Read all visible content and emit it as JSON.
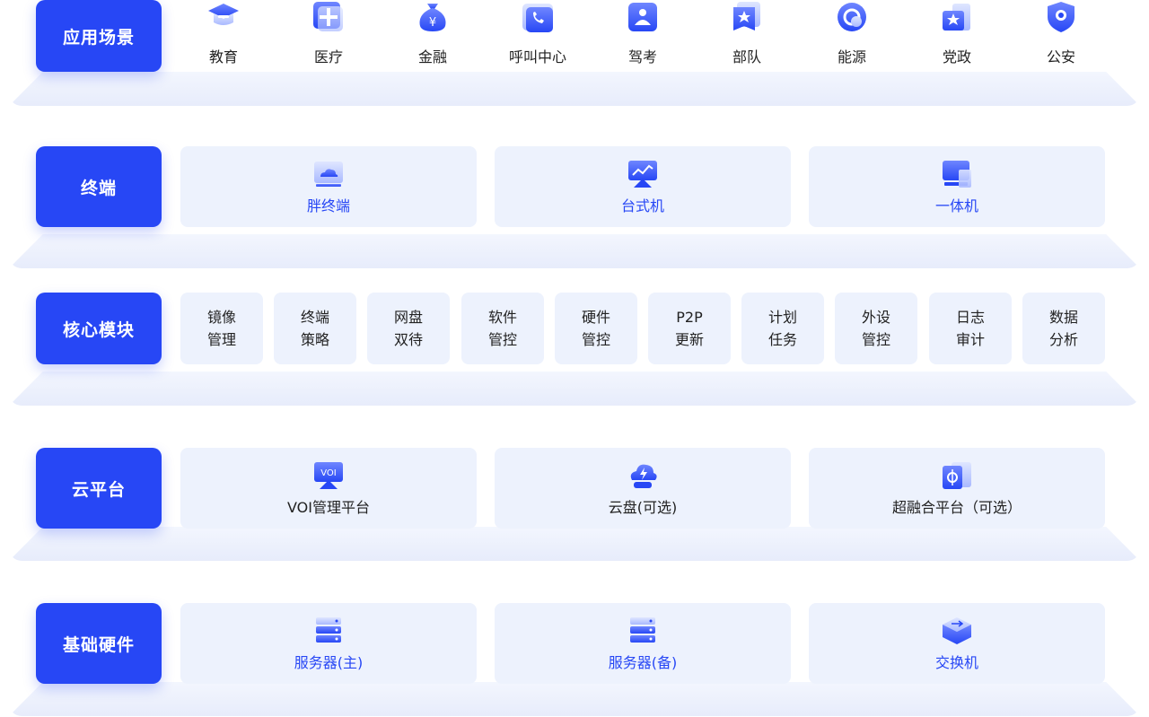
{
  "layers": {
    "scenarios": {
      "label": "应用场景",
      "items": [
        {
          "label": "教育",
          "icon": "graduation-cap-icon"
        },
        {
          "label": "医疗",
          "icon": "medical-cross-icon"
        },
        {
          "label": "金融",
          "icon": "money-bag-icon"
        },
        {
          "label": "呼叫中心",
          "icon": "phone-icon"
        },
        {
          "label": "驾考",
          "icon": "driver-badge-icon"
        },
        {
          "label": "部队",
          "icon": "star-flag-icon"
        },
        {
          "label": "能源",
          "icon": "energy-recycle-icon"
        },
        {
          "label": "党政",
          "icon": "star-building-icon"
        },
        {
          "label": "公安",
          "icon": "police-shield-icon"
        }
      ]
    },
    "terminals": {
      "label": "终端",
      "items": [
        {
          "label": "胖终端",
          "icon": "fat-client-icon"
        },
        {
          "label": "台式机",
          "icon": "desktop-monitor-icon"
        },
        {
          "label": "一体机",
          "icon": "all-in-one-icon"
        }
      ]
    },
    "modules": {
      "label": "核心模块",
      "items": [
        {
          "line1": "镜像",
          "line2": "管理"
        },
        {
          "line1": "终端",
          "line2": "策略"
        },
        {
          "line1": "网盘",
          "line2": "双待"
        },
        {
          "line1": "软件",
          "line2": "管控"
        },
        {
          "line1": "硬件",
          "line2": "管控"
        },
        {
          "line1": "P2P",
          "line2": "更新"
        },
        {
          "line1": "计划",
          "line2": "任务"
        },
        {
          "line1": "外设",
          "line2": "管控"
        },
        {
          "line1": "日志",
          "line2": "审计"
        },
        {
          "line1": "数据",
          "line2": "分析"
        }
      ]
    },
    "cloud": {
      "label": "云平台",
      "items": [
        {
          "label": "VOI管理平台",
          "icon": "voi-monitor-icon",
          "icon_text": "VOI"
        },
        {
          "label": "云盘(可选)",
          "icon": "cloud-disk-icon"
        },
        {
          "label": "超融合平台（可选）",
          "icon": "hyper-converged-icon"
        }
      ]
    },
    "hardware": {
      "label": "基础硬件",
      "items": [
        {
          "label": "服务器(主)",
          "icon": "server-primary-icon"
        },
        {
          "label": "服务器(备)",
          "icon": "server-backup-icon"
        },
        {
          "label": "交换机",
          "icon": "network-switch-icon"
        }
      ]
    }
  },
  "colors": {
    "primary": "#2747f5",
    "card_bg": "#edf2fd",
    "base_bg": "#eef2fc",
    "text": "#222222"
  }
}
